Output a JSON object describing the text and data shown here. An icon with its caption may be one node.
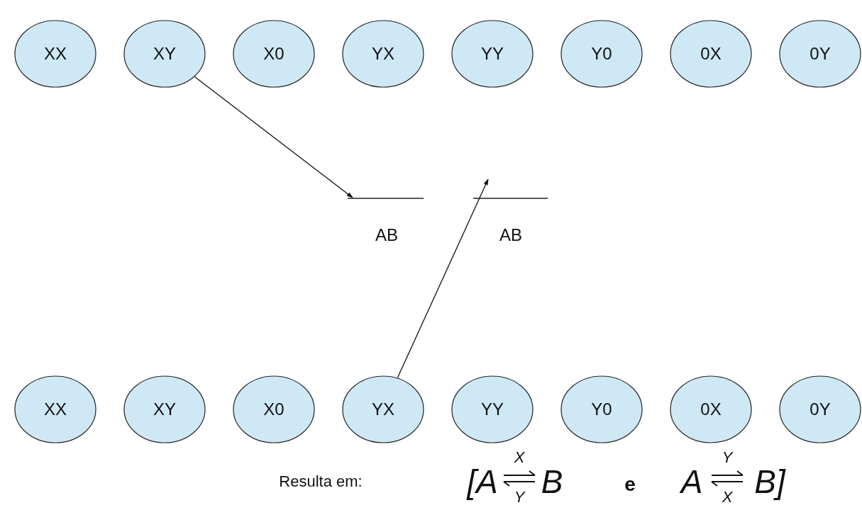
{
  "diagram": {
    "nodes": [
      {
        "text": [
          "XX"
        ]
      },
      {
        "text": [
          "XY"
        ]
      },
      {
        "text": [
          "X0"
        ]
      },
      {
        "text": [
          "YX"
        ]
      },
      {
        "text": [
          "YY"
        ]
      },
      {
        "text": [
          "Y0"
        ]
      },
      {
        "text": [
          "0X"
        ]
      },
      {
        "text": [
          "0Y"
        ]
      },
      {
        "text": [
          "XX"
        ]
      },
      {
        "text": [
          "XY"
        ]
      },
      {
        "text": [
          "X0"
        ]
      },
      {
        "text": [
          "YX"
        ]
      },
      {
        "text": [
          "YY"
        ]
      },
      {
        "text": [
          "Y0"
        ]
      },
      {
        "text": [
          "0X"
        ]
      },
      {
        "text": [
          "0Y"
        ]
      }
    ],
    "edges": [
      {
        "from": 1,
        "to": null,
        "arrow": "to"
      },
      {
        "from": 11,
        "to": null,
        "arrow": "to"
      }
    ],
    "labels": [
      "AB",
      "AB",
      "Resulta em:",
      "[A",
      "X",
      "Y",
      "B",
      "e",
      "A",
      "Y",
      "X",
      "B]"
    ]
  }
}
